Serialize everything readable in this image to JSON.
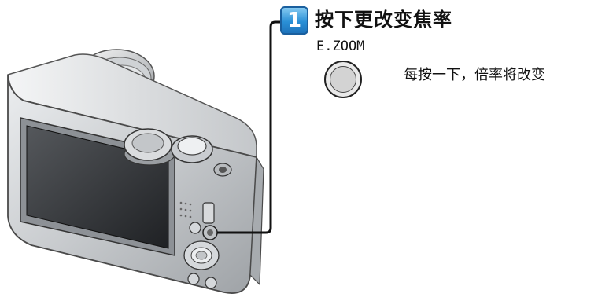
{
  "step": {
    "number": "1",
    "title": "按下更改变焦率"
  },
  "button": {
    "label": "E.ZOOM",
    "description": "每按一下，倍率将改变"
  },
  "colors": {
    "badge_blue": "#2a8fd6",
    "camera_silver": "#c9cbce",
    "screen_dark": "#2f3135",
    "leader_line": "#111111"
  }
}
